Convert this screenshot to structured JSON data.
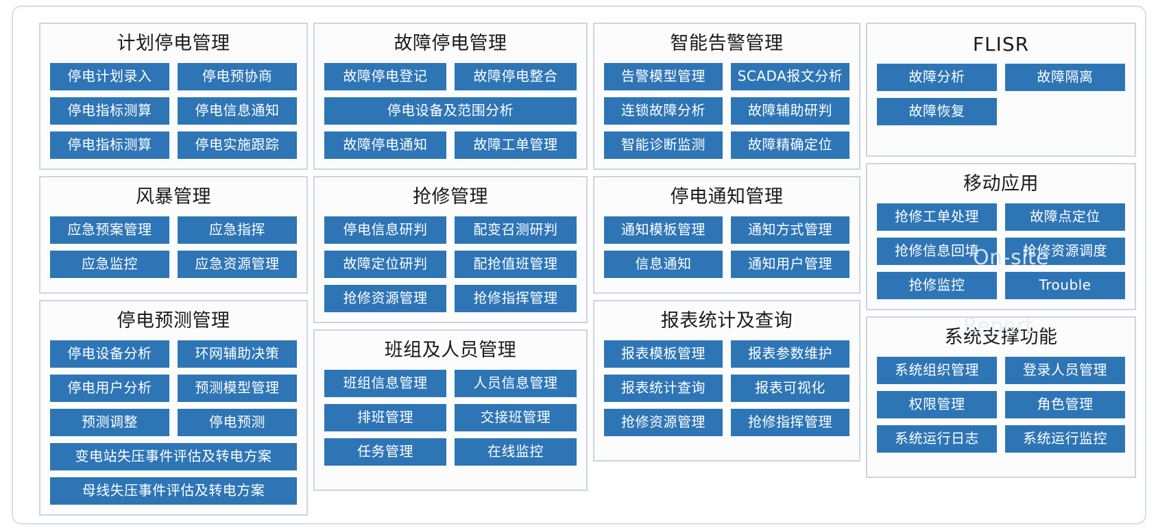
{
  "frame": {
    "accent_color": "#2e75b6",
    "border_color": "#cfe0f2",
    "panel_border_color": "#cdd4e0"
  },
  "overlay": {
    "on_site": "On-site",
    "trouble": "Trouble",
    "report": "Report"
  },
  "panels": {
    "planned_outage": {
      "title": "计划停电管理",
      "buttons": [
        [
          "停电计划录入",
          "停电预协商"
        ],
        [
          "停电指标测算",
          "停电信息通知"
        ],
        [
          "停电指标测算",
          "停电实施跟踪"
        ]
      ]
    },
    "fault_outage": {
      "title": "故障停电管理",
      "buttons": [
        [
          "故障停电登记",
          "故障停电整合"
        ],
        [
          "停电设备及范围分析"
        ],
        [
          "故障停电通知",
          "故障工单管理"
        ]
      ]
    },
    "smart_alarm": {
      "title": "智能告警管理",
      "buttons": [
        [
          "告警模型管理",
          "SCADA报文分析"
        ],
        [
          "连锁故障分析",
          "故障辅助研判"
        ],
        [
          "智能诊断监测",
          "故障精确定位"
        ]
      ]
    },
    "flisr": {
      "title": "FLISR",
      "buttons": [
        [
          "故障分析",
          "故障隔离"
        ],
        [
          "故障恢复"
        ]
      ]
    },
    "storm": {
      "title": "风暴管理",
      "buttons": [
        [
          "应急预案管理",
          "应急指挥"
        ],
        [
          "应急监控",
          "应急资源管理"
        ]
      ]
    },
    "repair": {
      "title": "抢修管理",
      "buttons": [
        [
          "停电信息研判",
          "配变召测研判"
        ],
        [
          "故障定位研判",
          "配抢值班管理"
        ],
        [
          "抢修资源管理",
          "抢修指挥管理"
        ]
      ]
    },
    "outage_notice": {
      "title": "停电通知管理",
      "buttons": [
        [
          "通知模板管理",
          "通知方式管理"
        ],
        [
          "信息通知",
          "通知用户管理"
        ]
      ]
    },
    "mobile_app": {
      "title": "移动应用",
      "buttons": [
        [
          "抢修工单处理",
          "故障点定位"
        ],
        [
          "抢修信息回填",
          "抢修资源调度"
        ],
        [
          "抢修监控",
          "Trouble"
        ]
      ]
    },
    "outage_forecast": {
      "title": "停电预测管理",
      "buttons": [
        [
          "停电设备分析",
          "环网辅助决策"
        ],
        [
          "停电用户分析",
          "预测模型管理"
        ],
        [
          "预测调整",
          "停电预测"
        ],
        [
          "变电站失压事件评估及转电方案"
        ],
        [
          "母线失压事件评估及转电方案"
        ]
      ]
    },
    "team_personnel": {
      "title": "班组及人员管理",
      "buttons": [
        [
          "班组信息管理",
          "人员信息管理"
        ],
        [
          "排班管理",
          "交接班管理"
        ],
        [
          "任务管理",
          "在线监控"
        ]
      ]
    },
    "report_query": {
      "title": "报表统计及查询",
      "buttons": [
        [
          "报表模板管理",
          "报表参数维护"
        ],
        [
          "报表统计查询",
          "报表可视化"
        ],
        [
          "抢修资源管理",
          "抢修指挥管理"
        ]
      ]
    },
    "system_support": {
      "title": "系统支撑功能",
      "buttons": [
        [
          "系统组织管理",
          "登录人员管理"
        ],
        [
          "权限管理",
          "角色管理"
        ],
        [
          "系统运行日志",
          "系统运行监控"
        ]
      ]
    }
  }
}
